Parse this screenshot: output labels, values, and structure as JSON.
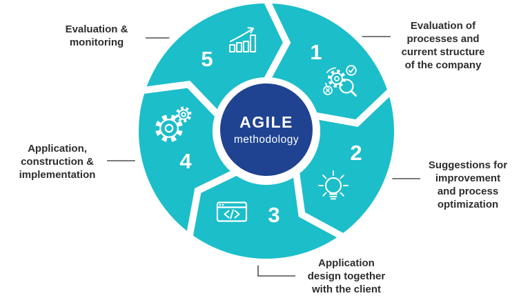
{
  "title": "AGILE methodology cycle diagram",
  "center": {
    "title": "AGILE",
    "subtitle": "methodology"
  },
  "colors": {
    "teal": "#1CBECA",
    "navy": "#1F4390",
    "label_text": "#2D2D2D",
    "connector_line": "#4D4D4D",
    "icon_stroke": "#FFFFFF",
    "background": "#FFFFFF"
  },
  "segments": [
    {
      "number": "1",
      "icon": "gear-magnifier-analysis-icon",
      "label_lines": [
        "Evaluation of",
        "processes and",
        "current structure",
        "of the company"
      ]
    },
    {
      "number": "2",
      "icon": "lightbulb-idea-icon",
      "label_lines": [
        "Suggestions for",
        "improvement",
        "and process",
        "optimization"
      ]
    },
    {
      "number": "3",
      "icon": "code-window-icon",
      "label_lines": [
        "Application",
        "design together",
        "with the client"
      ]
    },
    {
      "number": "4",
      "icon": "gears-settings-icon",
      "label_lines": [
        "Application,",
        "construction &",
        "implementation"
      ]
    },
    {
      "number": "5",
      "icon": "growth-chart-icon",
      "label_lines": [
        "Evaluation &",
        "monitoring"
      ]
    }
  ]
}
